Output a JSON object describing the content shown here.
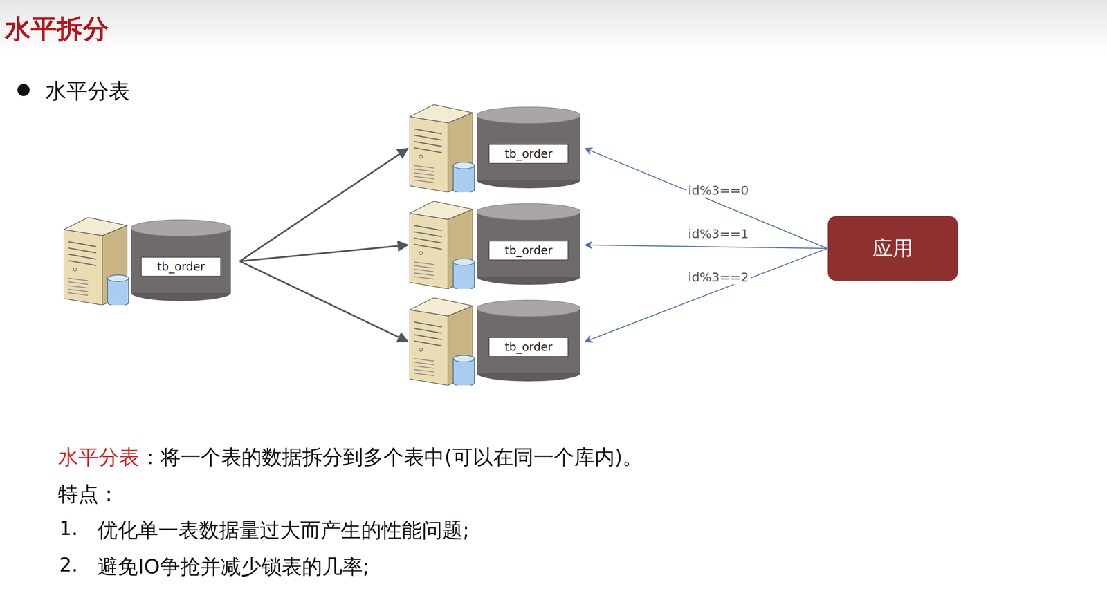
{
  "diagram": {
    "title": "水平拆分",
    "nodes": [
      {
        "text": [
          "tb_order"
        ]
      },
      {
        "text": [
          "tb_order"
        ]
      },
      {
        "text": [
          "tb_order"
        ]
      },
      {
        "text": [
          "tb_order"
        ]
      },
      {
        "text": [
          "应用"
        ]
      }
    ],
    "edges": [
      {
        "from": 0,
        "to": 1,
        "arrow": "to"
      },
      {
        "from": 0,
        "to": 2,
        "arrow": "to"
      },
      {
        "from": 0,
        "to": 3,
        "arrow": "to"
      },
      {
        "from": 4,
        "to": 1,
        "label": "id%3==0",
        "arrow": "to"
      },
      {
        "from": 4,
        "to": 2,
        "label": "id%3==1",
        "arrow": "to"
      },
      {
        "from": 4,
        "to": 3,
        "label": "id%3==2",
        "arrow": "to"
      }
    ],
    "labels": [
      "水平分表",
      "水平分表",
      "：将一个表的数据拆分到多个表中(可以在同一个库内)。",
      "特点：",
      "1.",
      "优化单一表数据量过大而产生的性能问题;",
      "2.",
      "避免IO争抢并减少锁表的几率;"
    ]
  }
}
